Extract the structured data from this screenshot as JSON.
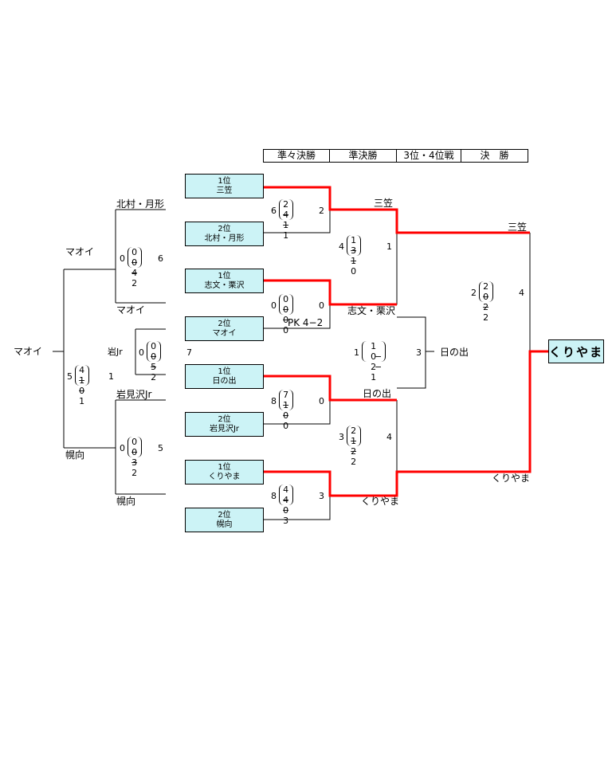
{
  "rounds": [
    "準々決勝",
    "準決勝",
    "3位・4位戦",
    "決　勝"
  ],
  "champion": "くりやま",
  "colors": {
    "winner_line": "#ff0000",
    "line": "#000000",
    "box_fill": "#ccf3f6"
  },
  "seeds": [
    {
      "rank": "1位",
      "team": "三笠"
    },
    {
      "rank": "2位",
      "team": "北村・月形"
    },
    {
      "rank": "1位",
      "team": "志文・栗沢"
    },
    {
      "rank": "2位",
      "team": "マオイ"
    },
    {
      "rank": "1位",
      "team": "日の出"
    },
    {
      "rank": "2位",
      "team": "岩見沢Jr"
    },
    {
      "rank": "1位",
      "team": "くりやま"
    },
    {
      "rank": "2位",
      "team": "幌向"
    }
  ],
  "labels": {
    "kitamura": "北村・月形",
    "maoi_top": "マオイ",
    "maoi_bottom": "マオイ",
    "maoi_left": "マオイ",
    "iwajr_small": "岩Jr",
    "iwamizawa": "岩見沢Jr",
    "horomui_left": "幌向",
    "horomui_bottom": "幌向",
    "mikasa_sf": "三笠",
    "shibun_sf": "志文・栗沢",
    "pk": "PK 4−2",
    "hinode_sf": "日の出",
    "kuriyama_sf": "くりやま",
    "mikasa_final": "三笠",
    "hinode_third": "日の出",
    "kuriyama_final": "くりやま"
  },
  "scores": {
    "qf1": {
      "left": "6",
      "top": "2 − 1",
      "bottom": "4 − 1",
      "right": "2"
    },
    "qf2": {
      "left": "0",
      "top": "0 − 0",
      "bottom": "0 − 0",
      "right": "0"
    },
    "qf3": {
      "left": "8",
      "top": "7 − 0",
      "bottom": "1 − 0",
      "right": "0"
    },
    "qf4": {
      "left": "8",
      "top": "4 − 0",
      "bottom": "4 − 3",
      "right": "3"
    },
    "sf1": {
      "left": "4",
      "top": "1 − 1",
      "bottom": "3 − 0",
      "right": "1"
    },
    "sf2": {
      "left": "3",
      "top": "2 − 2",
      "bottom": "1 − 2",
      "right": "4"
    },
    "third": {
      "left": "1",
      "top": "1 　−　 2",
      "bottom": "0 　−　 1",
      "right": "3"
    },
    "final": {
      "left": "2",
      "top": "2 − 2",
      "bottom": "0 − 2",
      "right": "4"
    },
    "p1": {
      "left": "0",
      "top": "0 − 4",
      "bottom": "0 − 2",
      "right": "6"
    },
    "p2": {
      "left": "0",
      "top": "0 − 5",
      "bottom": "0 − 2",
      "right": "7"
    },
    "p3": {
      "left": "0",
      "top": "0 − 3",
      "bottom": "0 − 2",
      "right": "5"
    },
    "p4": {
      "left": "5",
      "top": "4 − 0",
      "bottom": "1 − 1",
      "right": "1"
    }
  }
}
